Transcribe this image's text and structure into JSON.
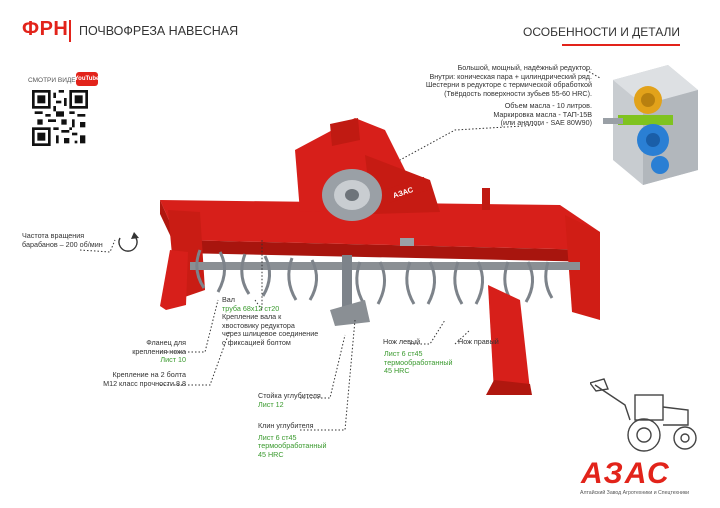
{
  "header": {
    "code": "ФРН",
    "title": "ПОЧВОФРЕЗА НАВЕСНАЯ",
    "section_title": "ОСОБЕННОСТИ И ДЕТАЛИ"
  },
  "video": {
    "label": "СМОТРИ ВИДЕО",
    "badge": "YouTube"
  },
  "gearbox": {
    "lines": [
      "Большой, мощный, надёжный редуктор.",
      "Внутри: коническая пара + цилиндрический ряд.",
      "Шестерни в редукторе с термической обработкой",
      "(Твёрдость поверхности зубьев 55-60 HRC)."
    ],
    "oil_lines": [
      "Объем масла - 10 литров.",
      "Маркировка масла - ТАП-15В",
      "(или аналоги - SAE 80W90)"
    ]
  },
  "rpm": {
    "line1": "Частота вращения",
    "line2": "барабанов – 200 об/мин"
  },
  "shaft": {
    "title": "Вал",
    "spec": "труба 68х12 ст20",
    "mount1": "Крепление вала к",
    "mount2": "хвостовику редуктора",
    "mount3": "через шлицевое соединение",
    "mount4": "с фиксацией болтом"
  },
  "flange": {
    "line1": "Фланец для",
    "line2": "крепления ножа",
    "spec": "Лист 10"
  },
  "bolts": {
    "line1": "Крепление на 2 болта",
    "line2": "М12 класс прочности 8.8"
  },
  "knives": {
    "left": "Нож левый",
    "right": "Нож правый",
    "spec1": "Лист 6 ст45",
    "spec2": "термообработанный",
    "spec3": "45 HRC"
  },
  "stand": {
    "title": "Стойка углубителя",
    "spec": "Лист 12"
  },
  "wedge": {
    "title": "Клин углубителя",
    "spec1": "Лист 6 ст45",
    "spec2": "термообработанный",
    "spec3": "45 HRC"
  },
  "logo": {
    "text": "АЗАС",
    "subtitle": "Алтайский Завод Агротехники и Спецтехники"
  },
  "machine": {
    "plate": "АЗАС"
  },
  "colors": {
    "brand_red": "#e2231a",
    "spec_green": "#3a9a2e"
  }
}
